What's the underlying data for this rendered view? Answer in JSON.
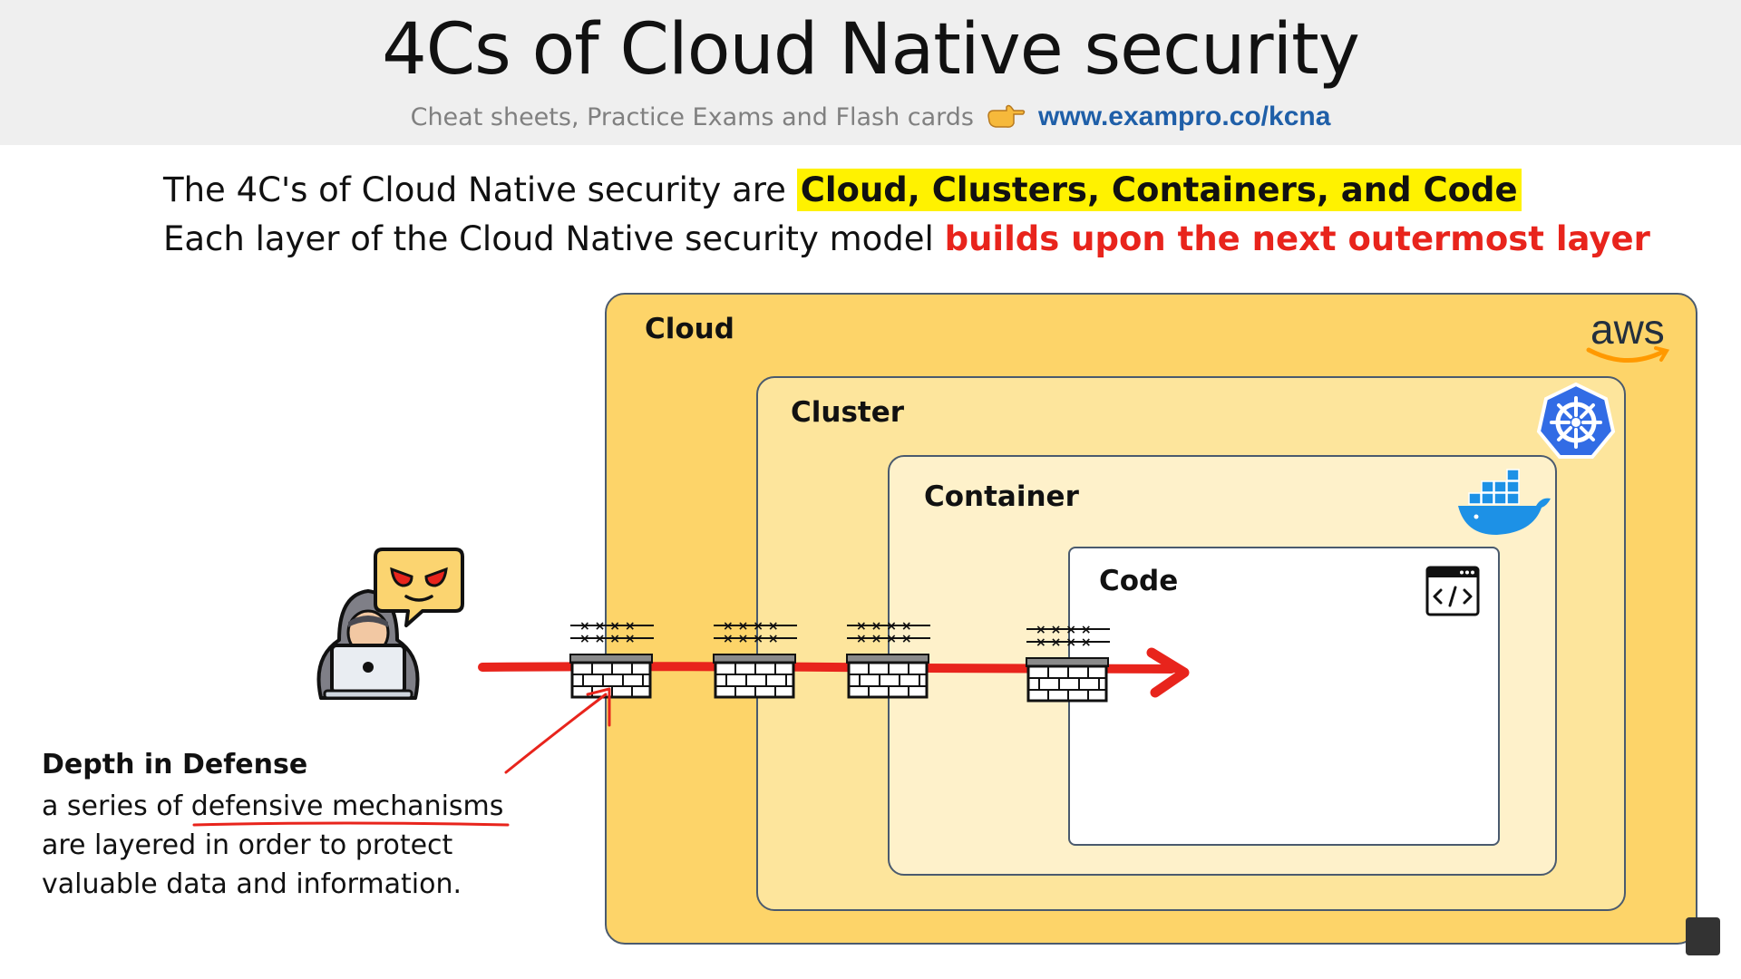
{
  "header": {
    "title": "4Cs of Cloud Native security",
    "subtitle": "Cheat sheets, Practice Exams and Flash cards",
    "url": "www.exampro.co/kcna"
  },
  "intro": {
    "line1_prefix": "The 4C's of Cloud Native security are ",
    "line1_highlight": "Cloud, Clusters, Containers, and Code",
    "line2_prefix": "Each layer of the Cloud Native security model ",
    "line2_highlight": "builds upon the next outermost layer"
  },
  "layers": {
    "cloud": "Cloud",
    "cluster": "Cluster",
    "container": "Container",
    "code": "Code"
  },
  "logos": {
    "aws": "aws"
  },
  "defense": {
    "title": "Depth in Defense",
    "description": "a series of defensive mechanisms are layered in order to protect valuable data and information."
  },
  "icons": [
    "hacker-icon",
    "angry-speech-bubble-icon",
    "firewall-icon",
    "kubernetes-icon",
    "docker-icon",
    "code-window-icon",
    "aws-logo-icon",
    "pointing-hand-icon"
  ],
  "colors": {
    "cloud_fill": "#fdd469",
    "cluster_fill": "#fde59c",
    "container_fill": "#fef1ca",
    "code_fill": "#ffffff",
    "highlight_yellow": "#fff200",
    "emphasis_red": "#e8241c",
    "attack_arrow": "#e8241c",
    "url_blue": "#1f5fa8"
  }
}
